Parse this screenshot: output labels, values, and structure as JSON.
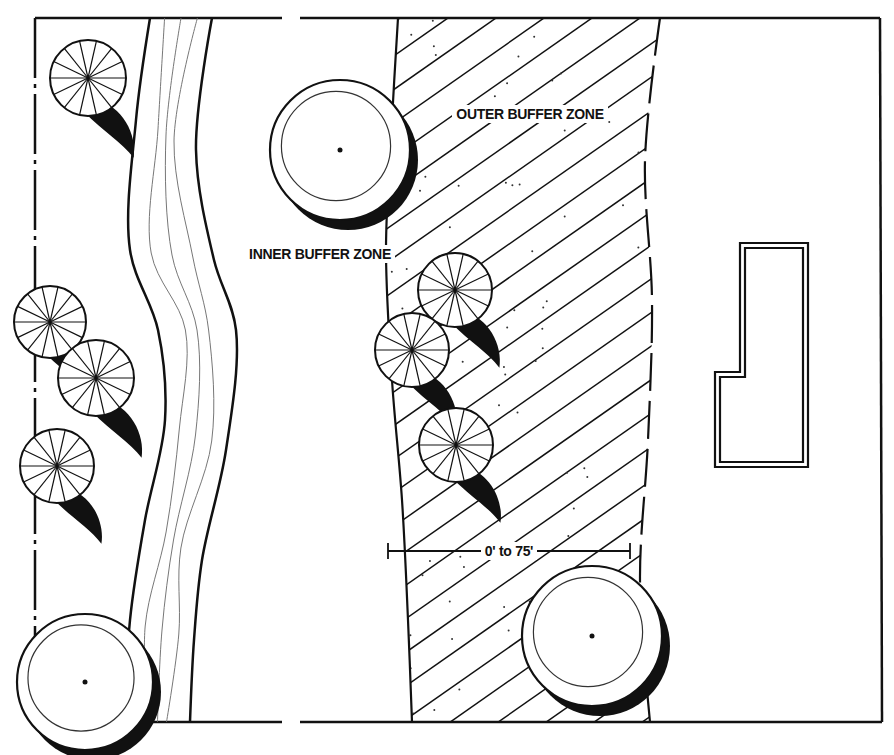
{
  "diagram": {
    "labels": [
      "OUTER BUFFER ZONE",
      "INNER BUFFER ZONE",
      "0' to 75'"
    ]
  }
}
